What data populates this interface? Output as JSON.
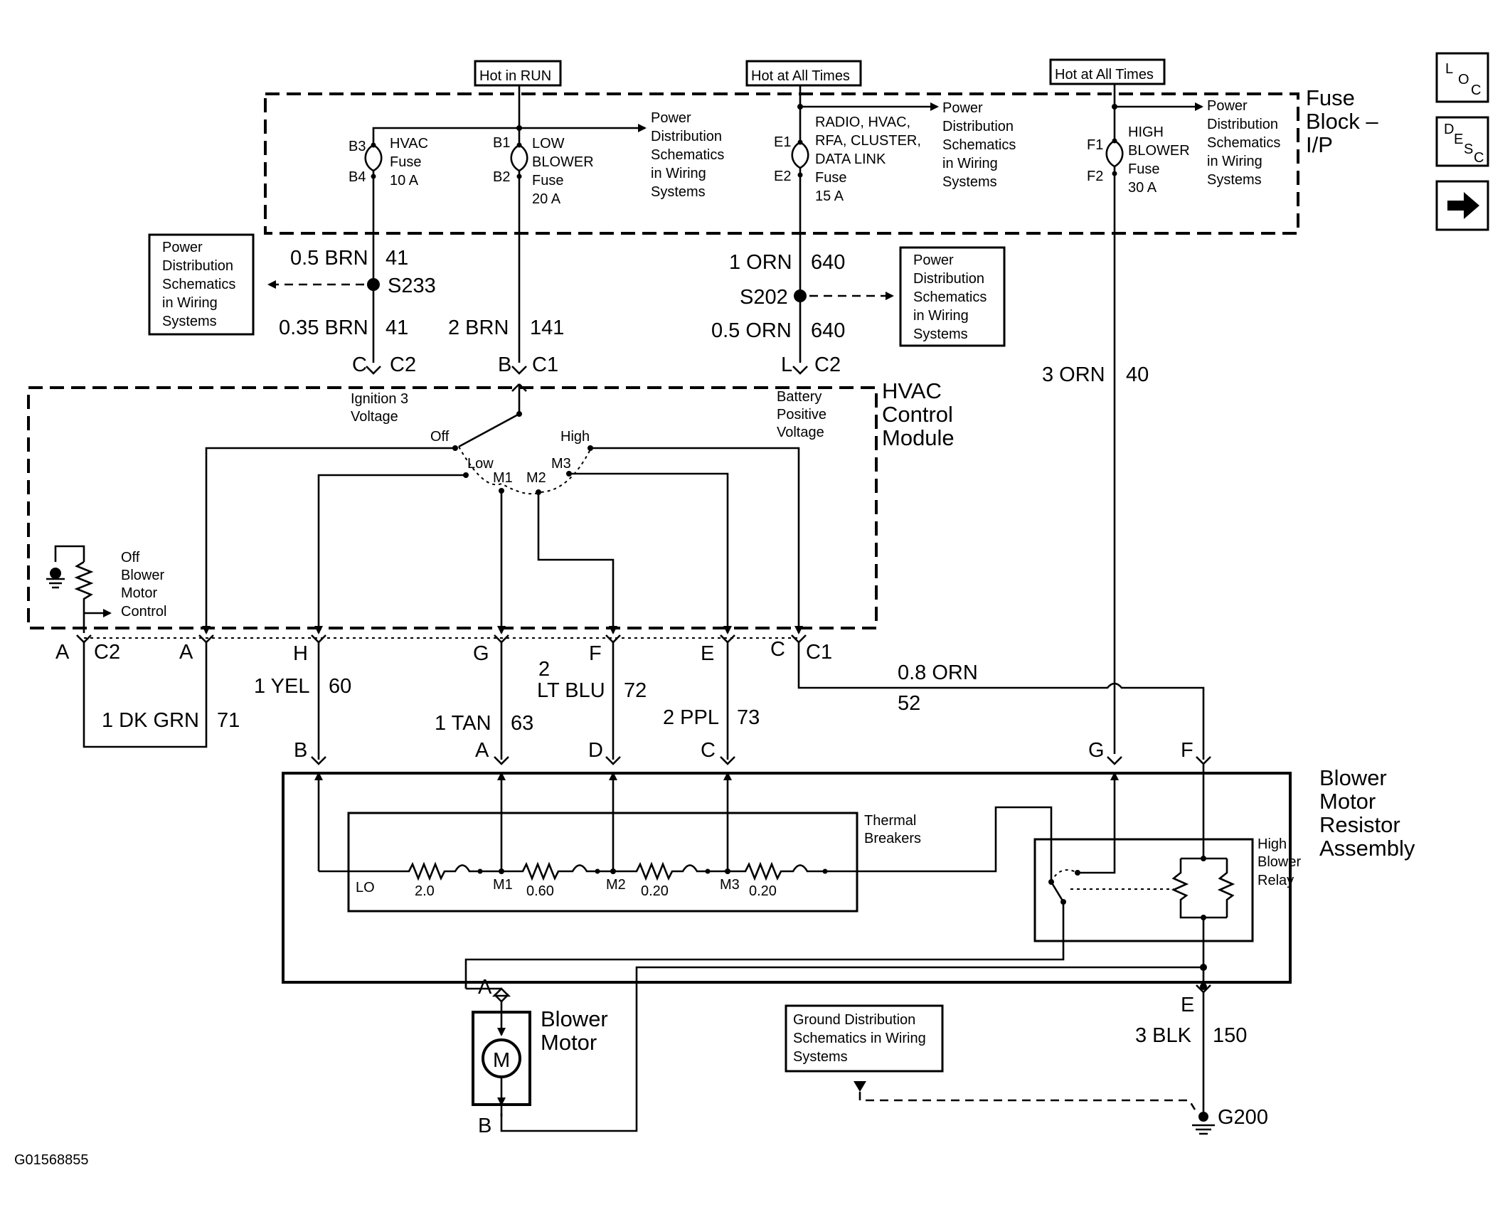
{
  "nav_icons": {
    "loc": [
      "L",
      "O",
      "C"
    ],
    "desc": [
      "D",
      "E",
      "S",
      "C"
    ],
    "next": "next-arrow-icon"
  },
  "sources": {
    "hot_run": "Hot in RUN",
    "hot_all_1": "Hot at All Times",
    "hot_all_2": "Hot at All Times"
  },
  "fuse_block": {
    "title_1": "Fuse",
    "title_2": "Block –",
    "title_3": "I/P",
    "hvac_fuse": {
      "pin_top": "B3",
      "pin_bot": "B4",
      "l1": "HVAC",
      "l2": "Fuse",
      "l3": "10 A"
    },
    "low_fuse": {
      "pin_top": "B1",
      "pin_bot": "B2",
      "l1": "LOW",
      "l2": "BLOWER",
      "l3": "Fuse",
      "l4": "20 A"
    },
    "radio_fuse": {
      "pin_top": "E1",
      "pin_bot": "E2",
      "l1": "RADIO, HVAC,",
      "l2": "RFA, CLUSTER,",
      "l3": "DATA LINK",
      "l4": "Fuse",
      "l5": "15 A"
    },
    "high_fuse": {
      "pin_top": "F1",
      "pin_bot": "F2",
      "l1": "HIGH",
      "l2": "BLOWER",
      "l3": "Fuse",
      "l4": "30 A"
    }
  },
  "power_dist": {
    "l1": "Power",
    "l2": "Distribution",
    "l3": "Schematics",
    "l4": "in Wiring",
    "l5": "Systems"
  },
  "wires": {
    "w41a_g": "0.5 BRN",
    "w41a_n": "41",
    "s233": "S233",
    "w41b_g": "0.35 BRN",
    "w41b_n": "41",
    "w141_g": "2 BRN",
    "w141_n": "141",
    "w640a_g": "1 ORN",
    "w640a_n": "640",
    "s202": "S202",
    "w640b_g": "0.5 ORN",
    "w640b_n": "640",
    "w40_g": "3 ORN",
    "w40_n": "40",
    "w71_g": "1 DK GRN",
    "w71_n": "71",
    "w60_g": "1 YEL",
    "w60_n": "60",
    "w63_g": "1 TAN",
    "w63_n": "63",
    "w72_g1": "2",
    "w72_g2": "LT BLU",
    "w72_n": "72",
    "w73_g": "2 PPL",
    "w73_n": "73",
    "w52_g": "0.8 ORN",
    "w52_n": "52",
    "w150_g": "3 BLK",
    "w150_n": "150"
  },
  "connectors": {
    "c_pin": "C",
    "c2": "C2",
    "b_pin": "B",
    "c1": "C1",
    "l_pin": "L",
    "a_pin": "A",
    "h_pin": "H",
    "g_pin": "G",
    "f_pin": "F",
    "e_pin": "E",
    "c_pin2": "C",
    "b_res": "B",
    "a_res": "A",
    "d_res": "D",
    "c_res": "C",
    "g_res": "G",
    "f_res": "F",
    "a_mot": "A",
    "b_mot": "B",
    "e_res": "E"
  },
  "hvac_module": {
    "title_1": "HVAC",
    "title_2": "Control",
    "title_3": "Module",
    "ign_1": "Ignition 3",
    "ign_2": "Voltage",
    "bat_1": "Battery",
    "bat_2": "Positive",
    "bat_3": "Voltage",
    "sw_off": "Off",
    "sw_low": "Low",
    "sw_m1": "M1",
    "sw_m2": "M2",
    "sw_m3": "M3",
    "sw_high": "High",
    "ctl_1": "Off",
    "ctl_2": "Blower",
    "ctl_3": "Motor",
    "ctl_4": "Control"
  },
  "resistor_assembly": {
    "title_1": "Blower",
    "title_2": "Motor",
    "title_3": "Resistor",
    "title_4": "Assembly",
    "thermal_1": "Thermal",
    "thermal_2": "Breakers",
    "lo": "LO",
    "r1": "2.0",
    "m1": "M1",
    "r2": "0.60",
    "m2": "M2",
    "r3": "0.20",
    "m3": "M3",
    "r4": "0.20",
    "relay_1": "High",
    "relay_2": "Blower",
    "relay_3": "Relay"
  },
  "motor": {
    "l1": "Blower",
    "l2": "Motor",
    "symbol": "M"
  },
  "ground": {
    "l1": "Ground Distribution",
    "l2": "Schematics in Wiring",
    "l3": "Systems",
    "g200": "G200"
  },
  "figure_id": "G01568855"
}
